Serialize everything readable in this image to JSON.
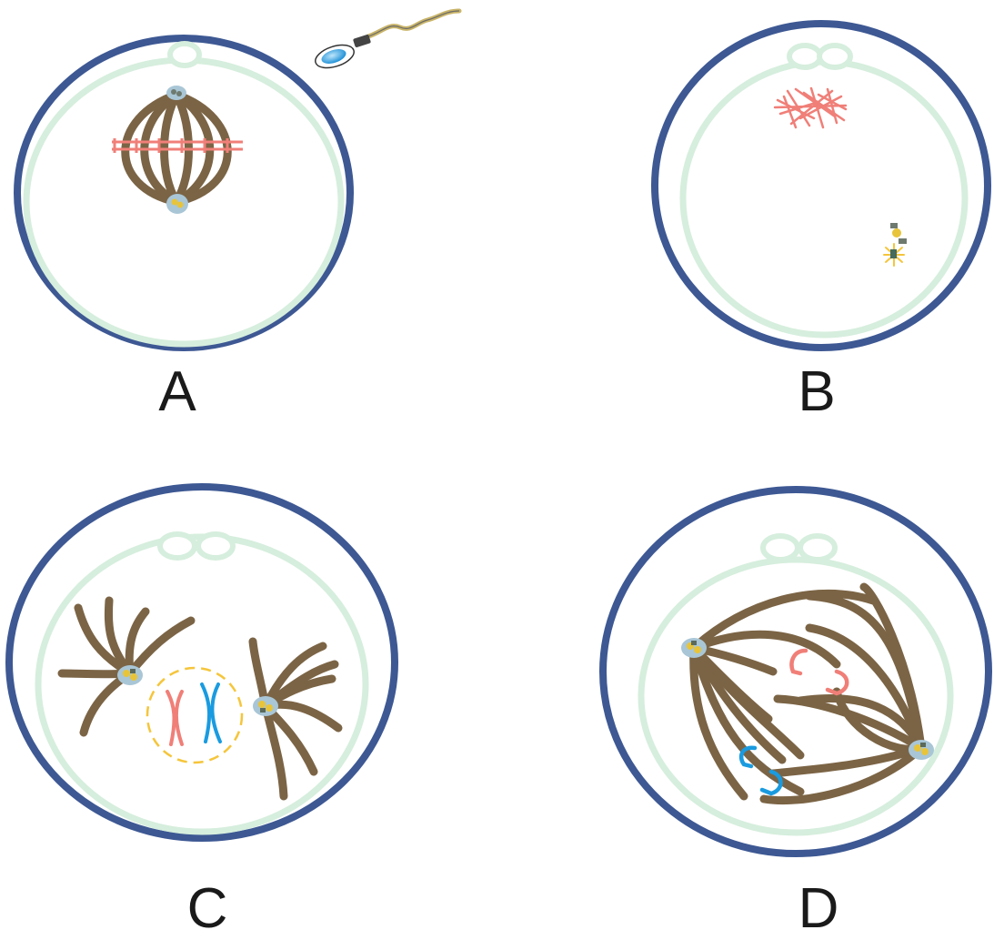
{
  "figure": {
    "panels": [
      {
        "id": "A",
        "label": "A"
      },
      {
        "id": "B",
        "label": "B"
      },
      {
        "id": "C",
        "label": "C"
      },
      {
        "id": "D",
        "label": "D"
      }
    ]
  },
  "colors": {
    "zona": "#3d5893",
    "membrane": "#d6eedd",
    "microtubule": "#7b6445",
    "maternal_chromosome": "#f07f78",
    "paternal_chromosome": "#1a9be0",
    "centrosome": "#a9c6d6",
    "centriole": "#e8c43a",
    "nuclear_envelope": "#f5c53b",
    "sperm_head": "#4aa8de",
    "sperm_tail": "#c9b468"
  }
}
